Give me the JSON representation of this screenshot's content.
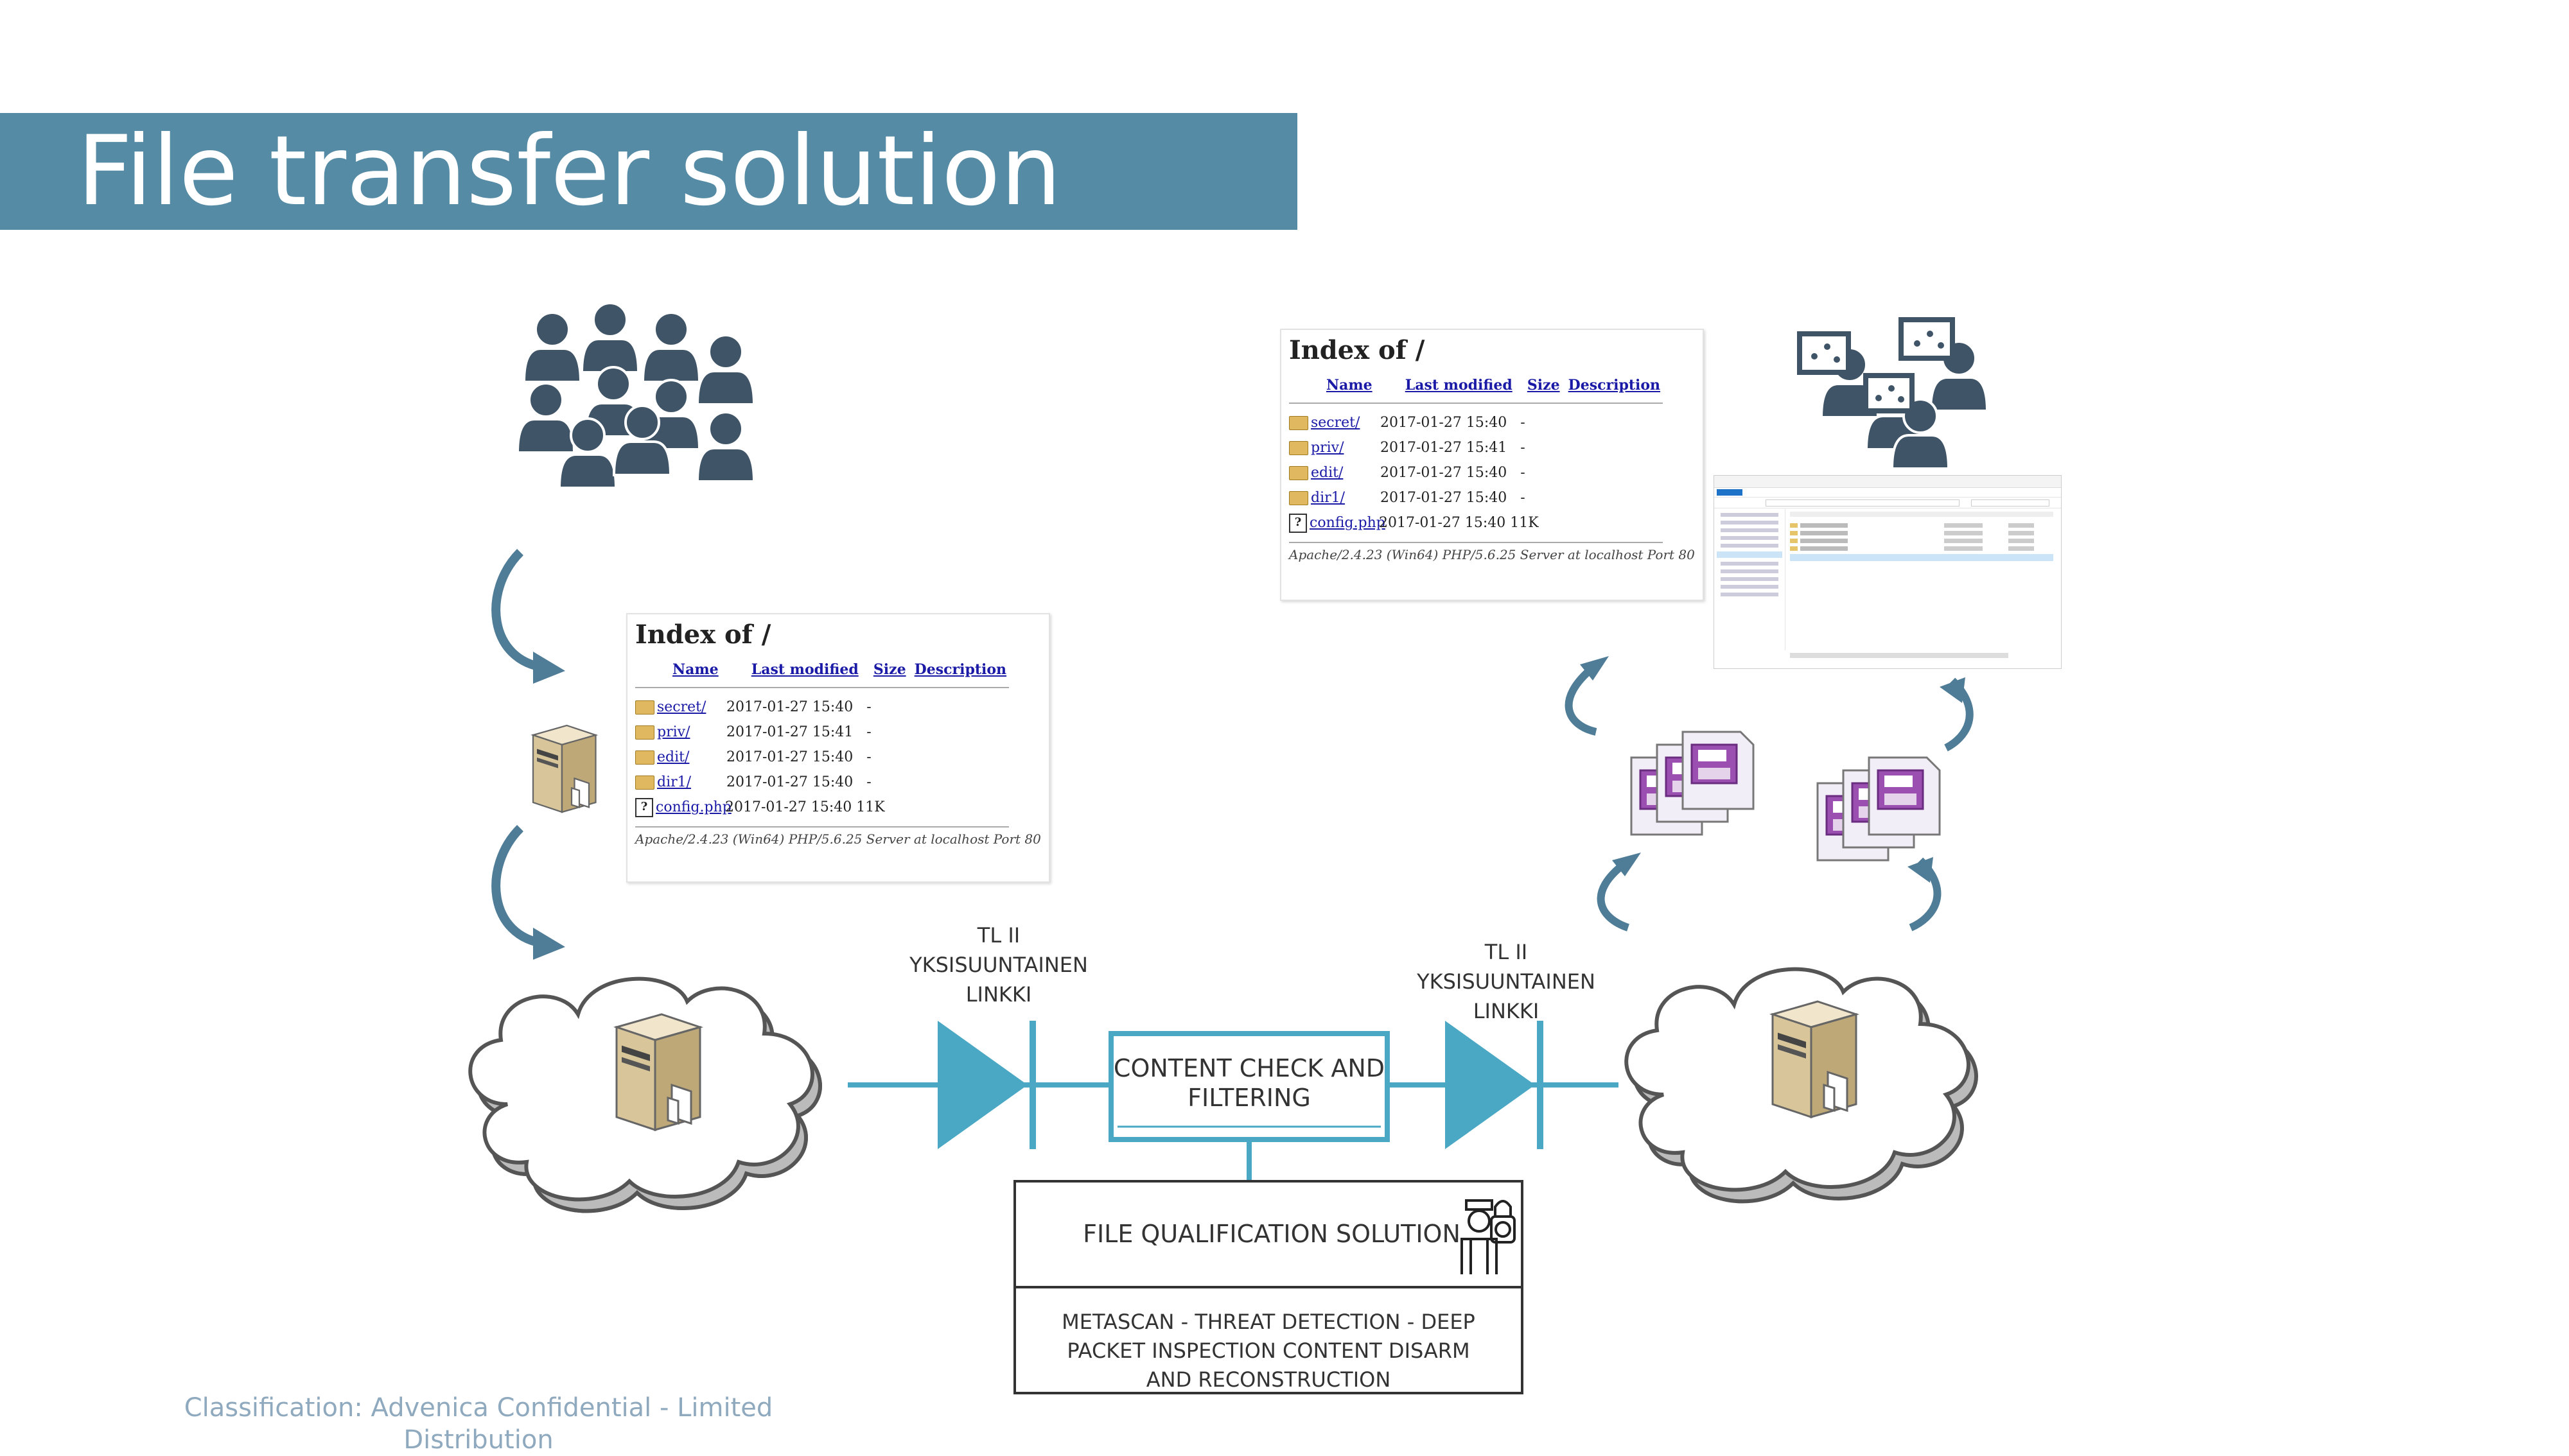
{
  "title": "File transfer solution",
  "link_left": [
    "TL II",
    "YKSISUUNTAINEN",
    "LINKKI"
  ],
  "link_right": [
    "TL II",
    "YKSISUUNTAINEN",
    "LINKKI"
  ],
  "content_check": [
    "CONTENT CHECK AND",
    "FILTERING"
  ],
  "file_qualification": "FILE QUALIFICATION SOLUTION",
  "metascan": [
    "METASCAN - THREAT DETECTION - DEEP",
    "PACKET INSPECTION   CONTENT DISARM",
    "AND RECONSTRUCTION"
  ],
  "classification": [
    "Classification: Advenica Confidential - Limited",
    "Distribution"
  ],
  "index_listing": {
    "heading": "Index of /",
    "columns": [
      "Name",
      "Last modified",
      "Size",
      "Description"
    ],
    "rows": [
      {
        "name": "secret/",
        "modified": "2017-01-27 15:40",
        "size": "-",
        "icon": "folder-icon"
      },
      {
        "name": "priv/",
        "modified": "2017-01-27 15:41",
        "size": "-",
        "icon": "folder-icon"
      },
      {
        "name": "edit/",
        "modified": "2017-01-27 15:40",
        "size": "-",
        "icon": "folder-icon"
      },
      {
        "name": "dir1/",
        "modified": "2017-01-27 15:40",
        "size": "-",
        "icon": "folder-icon"
      },
      {
        "name": "config.php",
        "modified": "2017-01-27 15:40",
        "size": "11K",
        "icon": "unknown-file-icon"
      }
    ],
    "footer": "Apache/2.4.23 (Win64) PHP/5.6.25 Server at localhost Port 80"
  },
  "colors": {
    "accent": "#558BA5",
    "link": "#4AA8C4",
    "arrow": "#4F7C96",
    "people": "#3F5466"
  }
}
